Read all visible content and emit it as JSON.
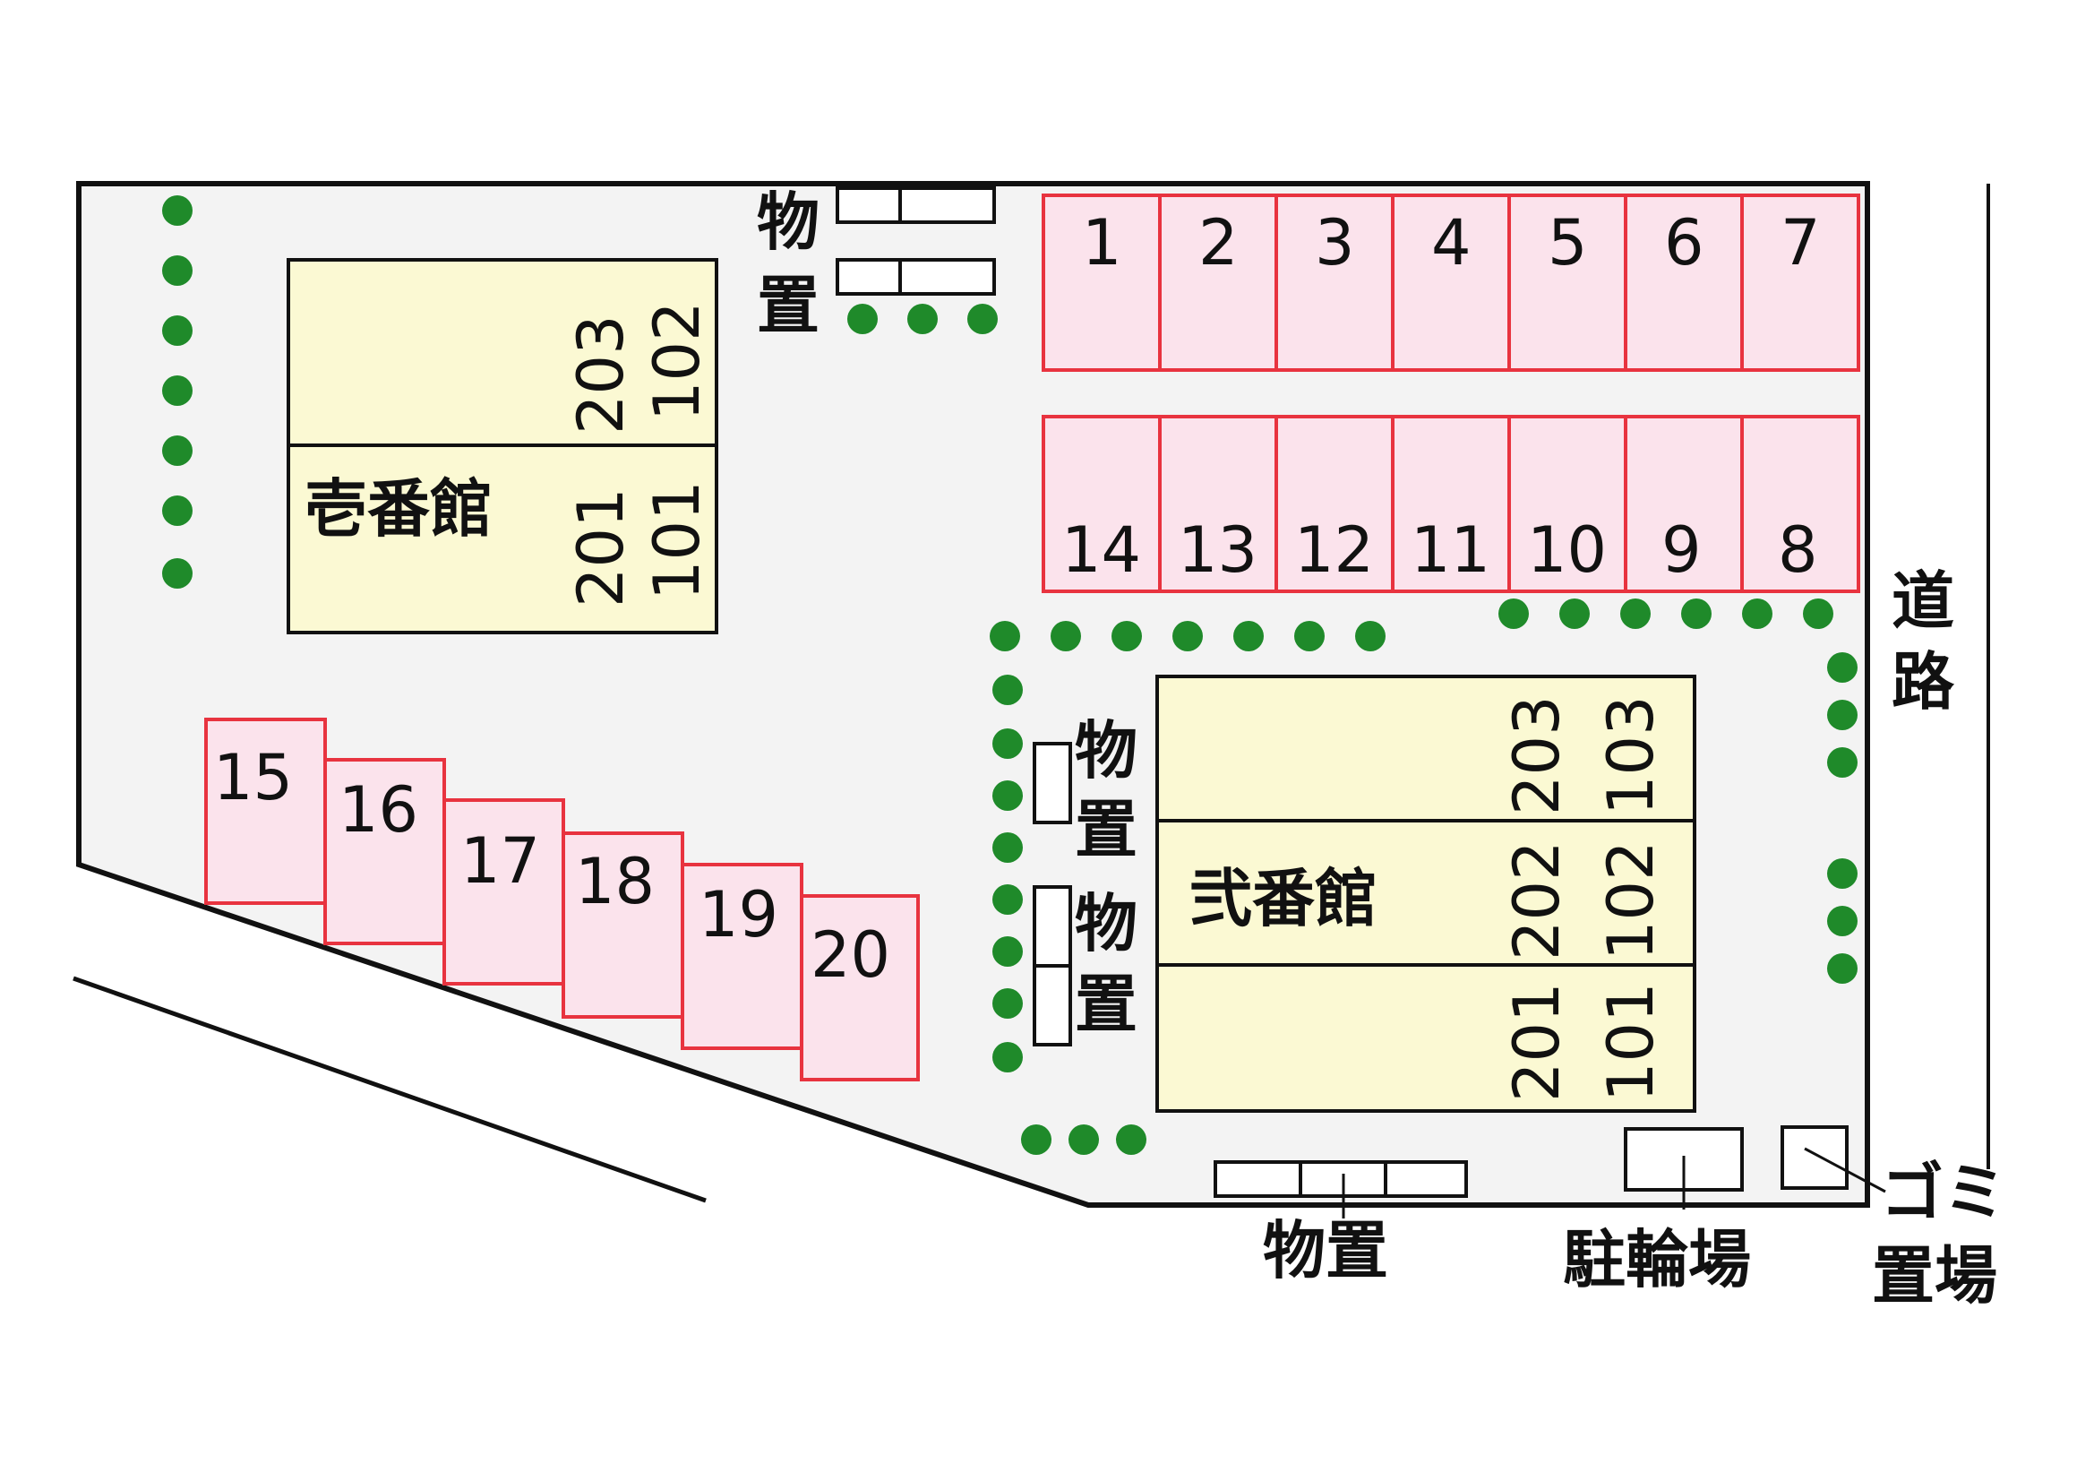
{
  "buildings": {
    "one": {
      "name": "壱番館",
      "units": [
        "203",
        "102",
        "201",
        "101"
      ]
    },
    "two": {
      "name": "弐番館",
      "units": [
        "203",
        "103",
        "202",
        "102",
        "201",
        "101"
      ]
    }
  },
  "parking": {
    "top_row": [
      "1",
      "2",
      "3",
      "4",
      "5",
      "6",
      "7"
    ],
    "second_row": [
      "14",
      "13",
      "12",
      "11",
      "10",
      "9",
      "8"
    ],
    "diagonal_row": [
      "15",
      "16",
      "17",
      "18",
      "19",
      "20"
    ]
  },
  "labels": {
    "storage_vertical_char1": "物",
    "storage_vertical_char2": "置",
    "storage": "物置",
    "road_char1": "道",
    "road_char2": "路",
    "bicycle_parking": "駐輪場",
    "garbage_line1": "ゴミ",
    "garbage_line2": "置場"
  },
  "colors": {
    "lot": "#f3f3f3",
    "building": "#fbf9d3",
    "stall_fill": "#fbe3ec",
    "stall_border": "#e8333f",
    "tree": "#1f8a2a"
  }
}
